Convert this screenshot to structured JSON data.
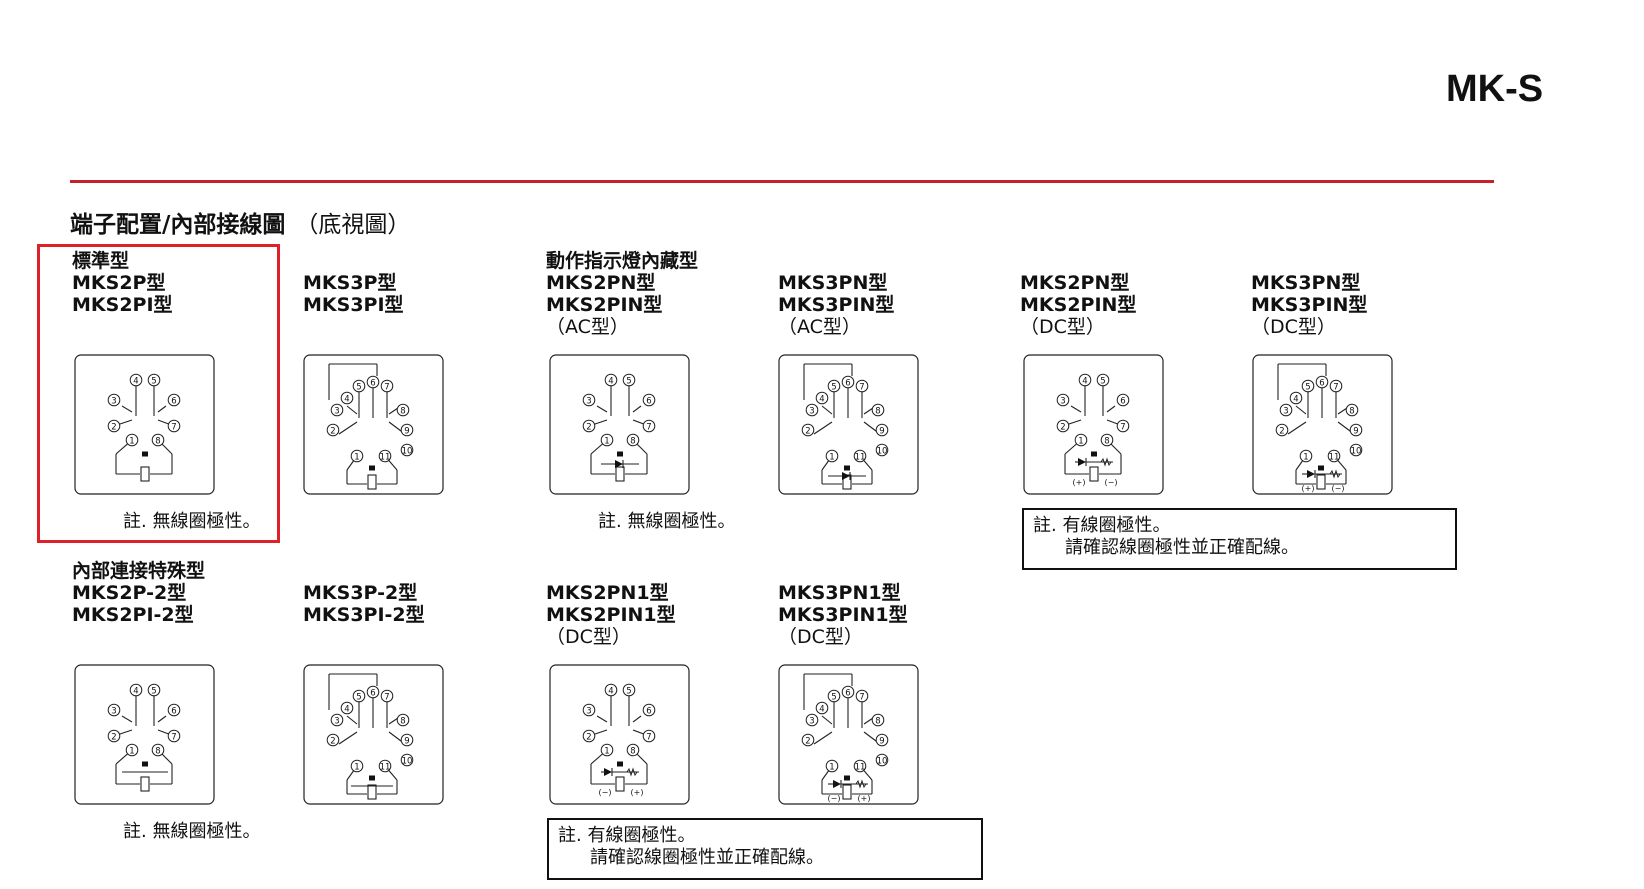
{
  "header": {
    "brand": "MK-S",
    "accent_color": "#c8202a"
  },
  "section": {
    "title": "端子配置/內部接線圖",
    "subtitle": "（底視圖）"
  },
  "highlight_color": "#e02028",
  "groups": {
    "standard": {
      "heading": "標準型",
      "col1": [
        "MKS2P型",
        "MKS2PI型"
      ],
      "col2": [
        "MKS3P型",
        "MKS3PI型"
      ],
      "note": "註. 無線圈極性。"
    },
    "indicator": {
      "heading": "動作指示燈內藏型",
      "col1": [
        "MKS2PN型",
        "MKS2PIN型"
      ],
      "col1_paren": "（AC型）",
      "col2": [
        "MKS3PN型",
        "MKS3PIN型"
      ],
      "col2_paren": "（AC型）",
      "note": "註. 無線圈極性。"
    },
    "indicator_dc": {
      "col1": [
        "MKS2PN型",
        "MKS2PIN型"
      ],
      "col1_paren": "（DC型）",
      "col2": [
        "MKS3PN型",
        "MKS3PIN型"
      ],
      "col2_paren": "（DC型）",
      "note_line1": "註. 有線圈極性。",
      "note_line2": "請確認線圈極性並正確配線。"
    },
    "special": {
      "heading": "內部連接特殊型",
      "col1": [
        "MKS2P-2型",
        "MKS2PI-2型"
      ],
      "col2": [
        "MKS3P-2型",
        "MKS3PI-2型"
      ],
      "note": "註. 無線圈極性。"
    },
    "indicator_dc1": {
      "col1": [
        "MKS2PN1型",
        "MKS2PIN1型"
      ],
      "col1_paren": "（DC型）",
      "col2": [
        "MKS3PN1型",
        "MKS3PIN1型"
      ],
      "col2_paren": "（DC型）",
      "note_line1": "註. 有線圈極性。",
      "note_line2": "請確認線圈極性並正確配線。"
    }
  },
  "terminals": {
    "two_pole": [
      "④",
      "⑤",
      "③",
      "⑥",
      "②",
      "⑦",
      "①",
      "⑧"
    ],
    "three_pole": [
      "④",
      "⑤",
      "⑥",
      "⑦",
      "③",
      "⑧",
      "②",
      "⑨",
      "①",
      "⑪",
      "⑩"
    ],
    "plus": "(+)",
    "minus": "(−)"
  }
}
